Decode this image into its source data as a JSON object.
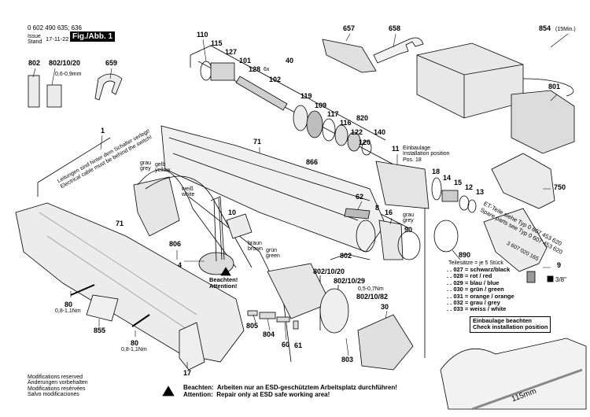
{
  "header": {
    "part_numbers": "0 602 490 635; 636",
    "issue_label": "Issue",
    "stand_label": "Stand",
    "date": "17-11-22",
    "figure": "Fig./Abb. 1"
  },
  "callouts": {
    "c802a": "802",
    "c802_10_20a": "802/10/20",
    "gap": "0,6-0,9mm",
    "c659": "659",
    "c110": "110",
    "c115": "115",
    "c127": "127",
    "c101": "101",
    "c128": "128",
    "c128_qty": "6x",
    "c40": "40",
    "c102": "102",
    "c119": "119",
    "c109": "109",
    "c117": "117",
    "c116": "116",
    "c820": "820",
    "c122": "122",
    "c120": "120",
    "c140": "140",
    "c657": "657",
    "c658": "658",
    "c854": "854",
    "c854_note": "(15Min.)",
    "c801": "801",
    "c750": "750",
    "c1": "1",
    "c71a": "71",
    "c866": "866",
    "c11": "11",
    "c18": "18",
    "c14": "14",
    "c15": "15",
    "c12": "12",
    "c13": "13",
    "c62": "62",
    "c8": "8",
    "c16": "16",
    "c90": "90",
    "c10": "10",
    "c71b": "71",
    "c806": "806",
    "c4": "4",
    "c802b": "802",
    "c802_10_20b": "802/10/20",
    "c802_10_29": "802/10/29",
    "torque_motor": "0,5-0,7Nm",
    "c802_10_82": "802/10/82",
    "c30": "30",
    "c890": "890",
    "c9": "9",
    "drive": "3/8\"",
    "c80a": "80",
    "torque80a": "0,8-1,1Nm",
    "c855": "855",
    "c80b": "80",
    "torque80b": "0,8-1,1Nm",
    "c17": "17",
    "c805": "805",
    "c804": "804",
    "c60": "60",
    "c61": "61",
    "c803": "803"
  },
  "wire_colors": {
    "grau": "grau",
    "grey": "grey",
    "gelb": "gelb",
    "yellow": "yellow",
    "weiss": "weiß",
    "white": "white",
    "braun": "braun",
    "brown": "brown",
    "gruen": "grün",
    "green": "green",
    "grau90": "grau",
    "grey90": "grey"
  },
  "notes": {
    "cable_de": "Leitungen sind hinter dem Schalter verlegt!",
    "cable_en": "Electrical cable must be behind the switch!",
    "attention_de": "Beachten!",
    "attention_en": "Attention!",
    "install_1": "Einbaulage",
    "install_2": "Installation position",
    "install_3": "Pos. 18",
    "et_de": "ET-Teile siehe  Typ  0 607 453 620",
    "et_en": "Spare parts see  Typ  0 607 453 620",
    "head_part": "3 607 020 165",
    "check_de": "Einbaulage beachten",
    "check_en": "Check installation position",
    "dimension": "115mm"
  },
  "kit": {
    "title": "Teilesätze = je 5 Stück",
    "items": [
      ". . 027 = schwarz/black",
      ". . 028 = rot / red",
      ". . 029 = blau / blue",
      ". . 030 = grün / green",
      ". . 031 = orange / orange",
      ". . 032 = grau / grey",
      ". . 033 = weiss / white"
    ]
  },
  "footer": {
    "modifications": [
      "Modifications reserved",
      "Änderungen vorbehalten",
      "Modifications resérvées",
      "Salvo modificaciones"
    ],
    "esd_de_label": "Beachten:",
    "esd_de": "Arbeiten nur an ESD-geschütztem Arbeitsplatz durchführen!",
    "esd_en_label": "Attention:",
    "esd_en": "Repair only at ESD safe working area!"
  },
  "colors": {
    "part_fill": "#ececec",
    "shade": "#bdbdbd",
    "line": "#000000"
  }
}
